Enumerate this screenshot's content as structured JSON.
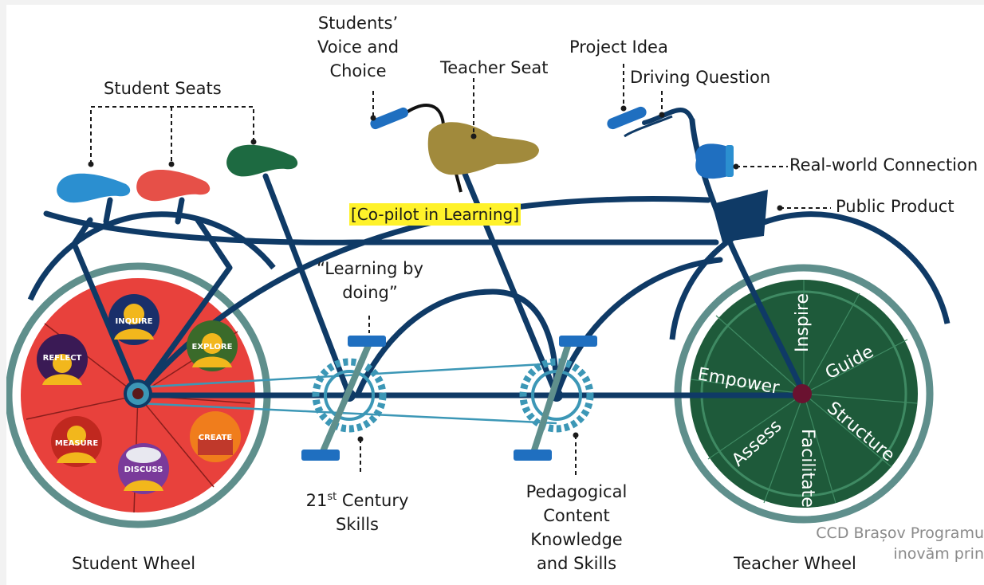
{
  "labels": {
    "student_seats": "Student Seats",
    "students_voice_1": "Students’",
    "students_voice_2": "Voice and",
    "students_voice_3": "Choice",
    "teacher_seat": "Teacher Seat",
    "project_idea": "Project Idea",
    "driving_question": "Driving Question",
    "real_world": "Real-world Connection",
    "public_product": "Public Product",
    "copilot": "[Co-pilot in Learning]",
    "learning_by_1": "“Learning by",
    "learning_by_2": "doing”",
    "century_pre": "21",
    "century_sup": "st",
    "century_post": " Century",
    "century_2": "Skills",
    "pck_1": "Pedagogical",
    "pck_2": "Content",
    "pck_3": "Knowledge",
    "pck_4": "and Skills",
    "student_wheel": "Student Wheel",
    "teacher_wheel": "Teacher Wheel"
  },
  "student_wheel_icons": [
    "INQUIRE",
    "EXPLORE",
    "CREATE",
    "DISCUSS",
    "MEASURE",
    "REFLECT"
  ],
  "teacher_wheel_words": [
    "Inspire",
    "Guide",
    "Structure",
    "Facilitate",
    "Assess",
    "Empower"
  ],
  "watermark": {
    "line1": "CCD Brașov Programu",
    "line2": "inovăm prin"
  },
  "colors": {
    "frame": "#0f3a66",
    "student_wheel": "#e8413c",
    "teacher_wheel": "#1e5a3a",
    "tire": "#5f8f8c",
    "chainring": "#3c97b6",
    "pedal": "#1f6fc0",
    "seat_blue": "#2b8fd0",
    "seat_red": "#e65048",
    "seat_green": "#1d6a41",
    "seat_teacher": "#a18a3c",
    "highlight": "#fff22a"
  }
}
